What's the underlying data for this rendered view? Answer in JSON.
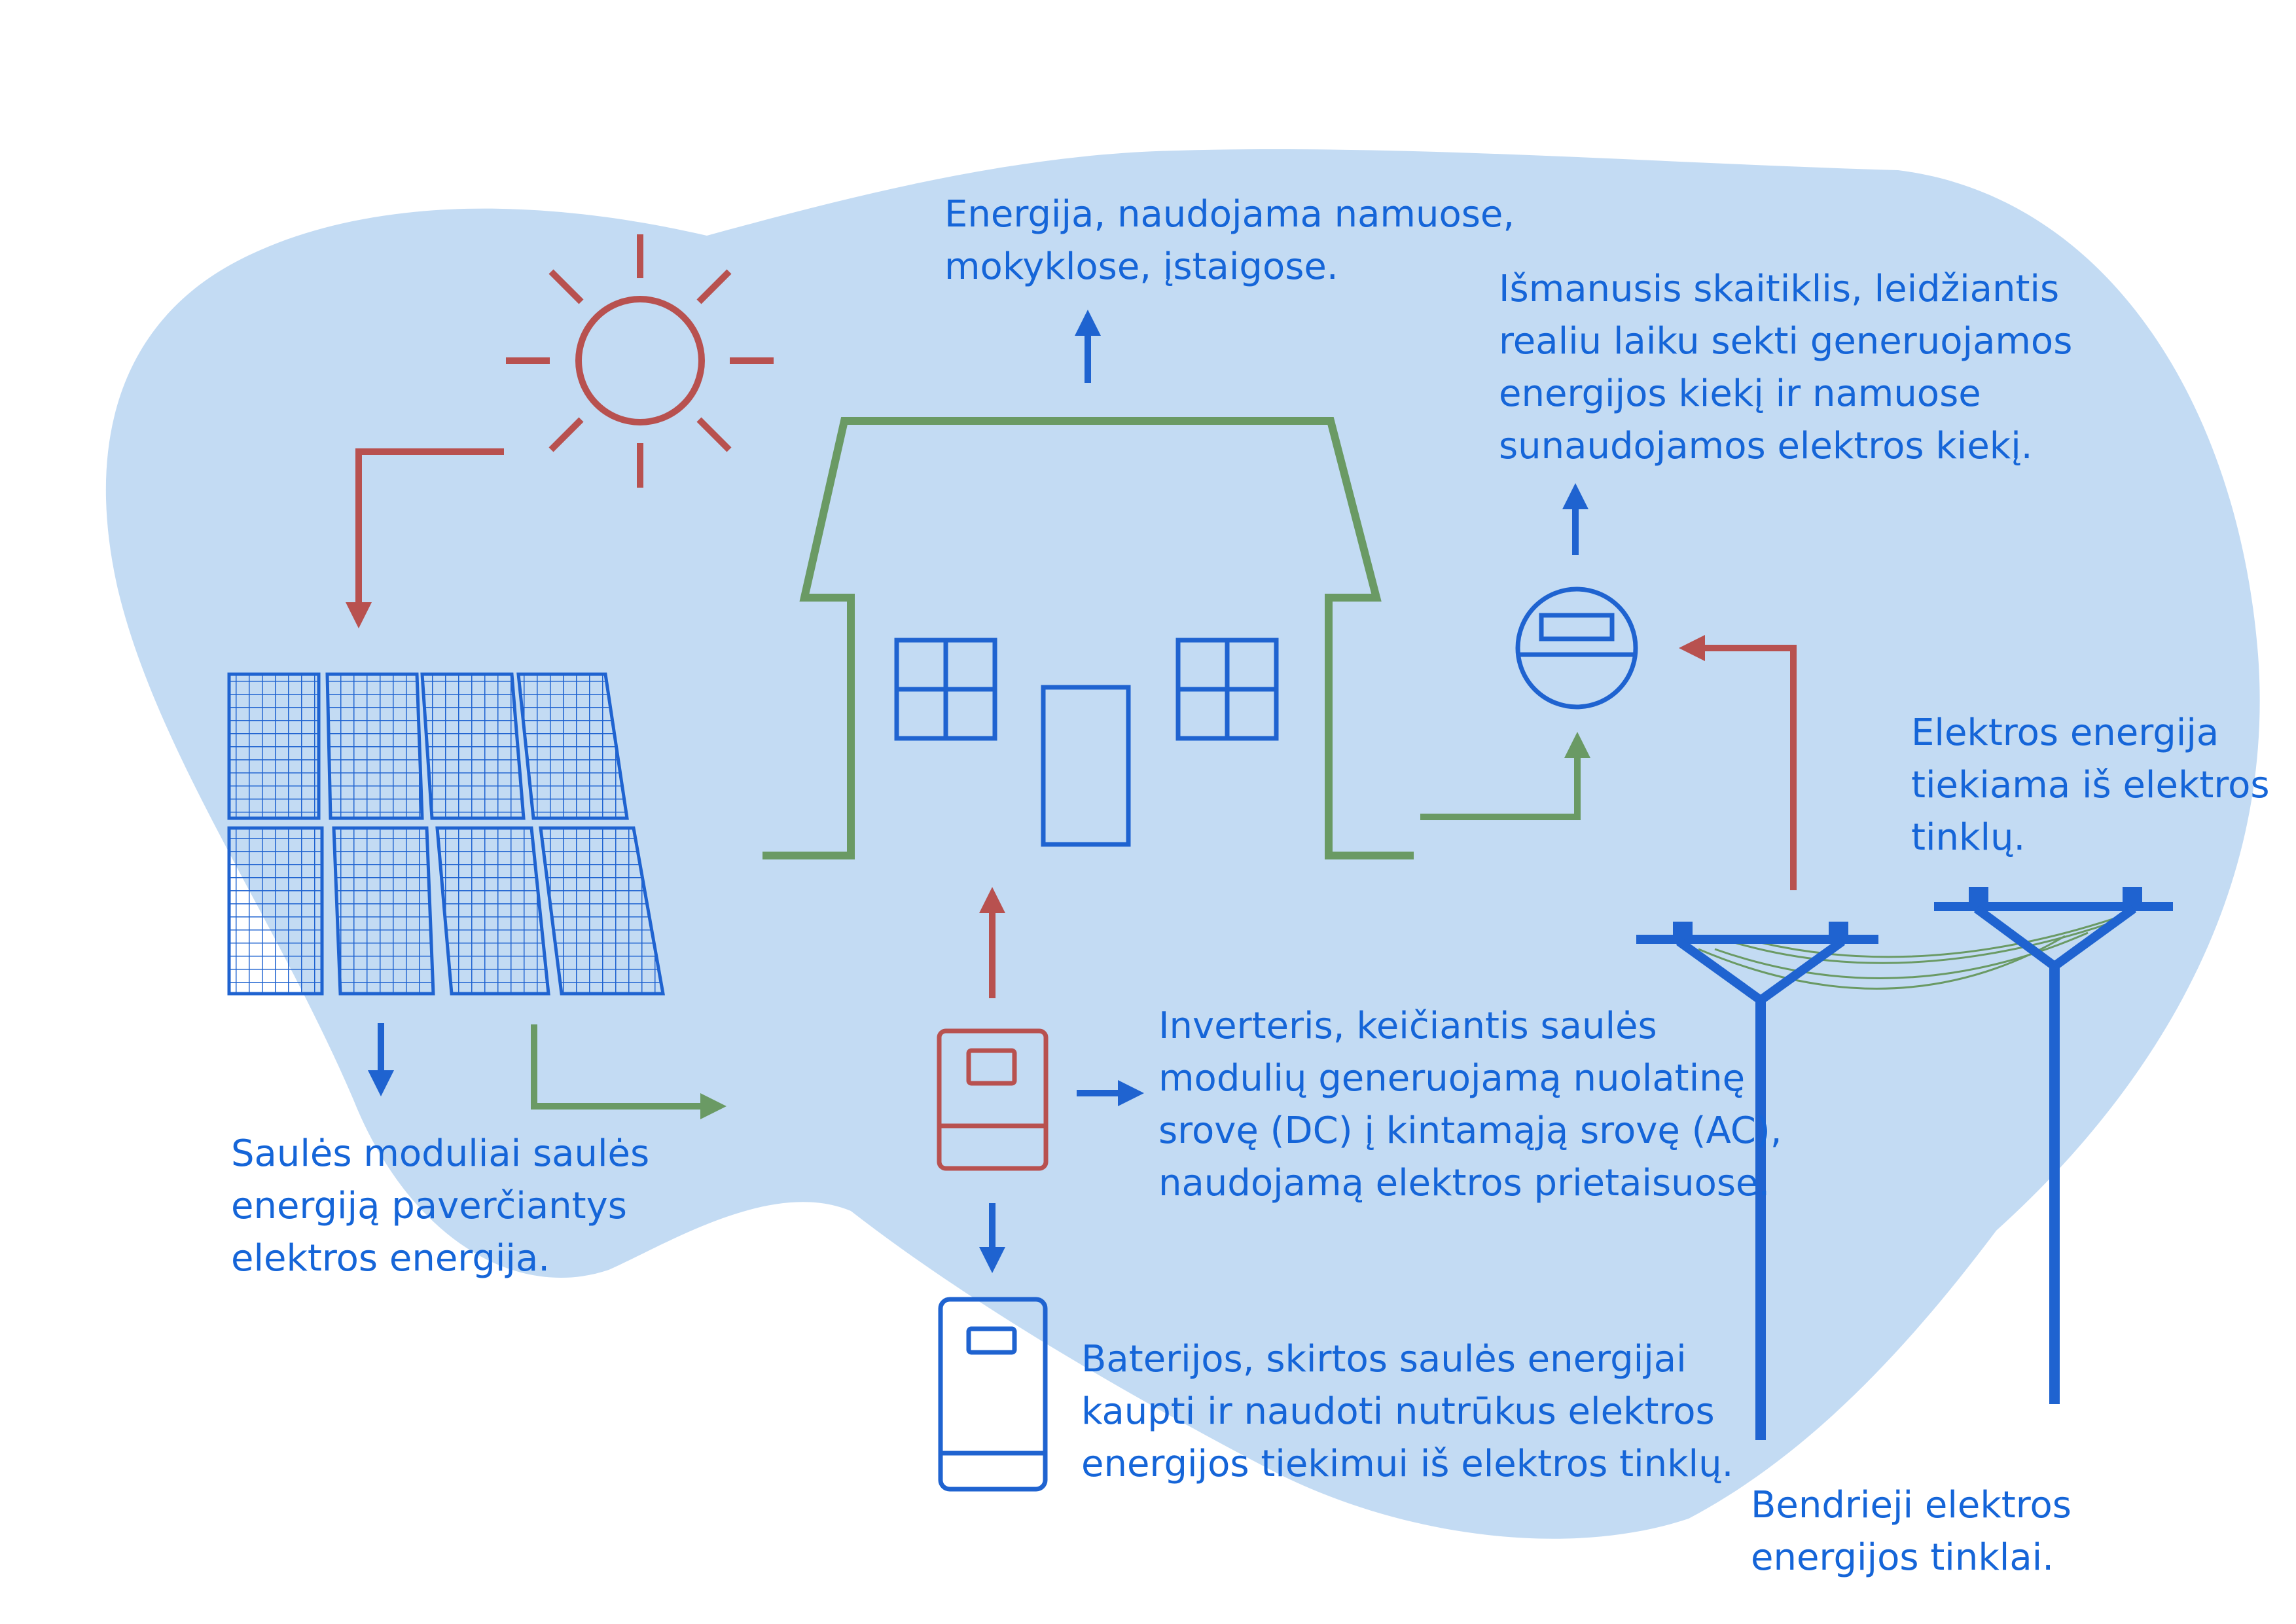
{
  "colors": {
    "background_blob": "#c3dbf3",
    "text": "#1565d8",
    "outline_blue": "#1f63d0",
    "sun_red": "#b8514f",
    "house_green": "#6a9a64"
  },
  "icons": [
    "sun-icon",
    "solar-panel-icon",
    "house-icon",
    "inverter-icon",
    "battery-icon",
    "smart-meter-icon",
    "power-pole-icon"
  ],
  "labels": {
    "home_energy": {
      "line1": "Energija, naudojama namuose,",
      "line2": "mokyklose, įstaigose."
    },
    "smart_meter": {
      "line1": "Išmanusis skaitiklis, leidžiantis",
      "line2": "realiu laiku sekti generuojamos",
      "line3": "energijos kiekį ir namuose",
      "line4": "sunaudojamos elektros kiekį."
    },
    "grid_supply": {
      "line1": "Elektros energija",
      "line2": "tiekiama iš elektros",
      "line3": "tinklų."
    },
    "inverter": {
      "line1": "Inverteris, keičiantis saulės",
      "line2": "modulių generuojamą nuolatinę",
      "line3": "srovę (DC) į kintamąją srovę (AC),",
      "line4": "naudojamą elektros prietaisuose."
    },
    "solar_modules": {
      "line1": "Saulės moduliai saulės",
      "line2": "energiją paverčiantys",
      "line3": "elektros energija."
    },
    "batteries": {
      "line1": "Baterijos, skirtos saulės energijai",
      "line2": "kaupti ir naudoti nutrūkus elektros",
      "line3": "energijos tiekimui iš elektros tinklų."
    },
    "shared_grid": {
      "line1": "Bendrieji elektros",
      "line2": "energijos tinklai."
    }
  }
}
